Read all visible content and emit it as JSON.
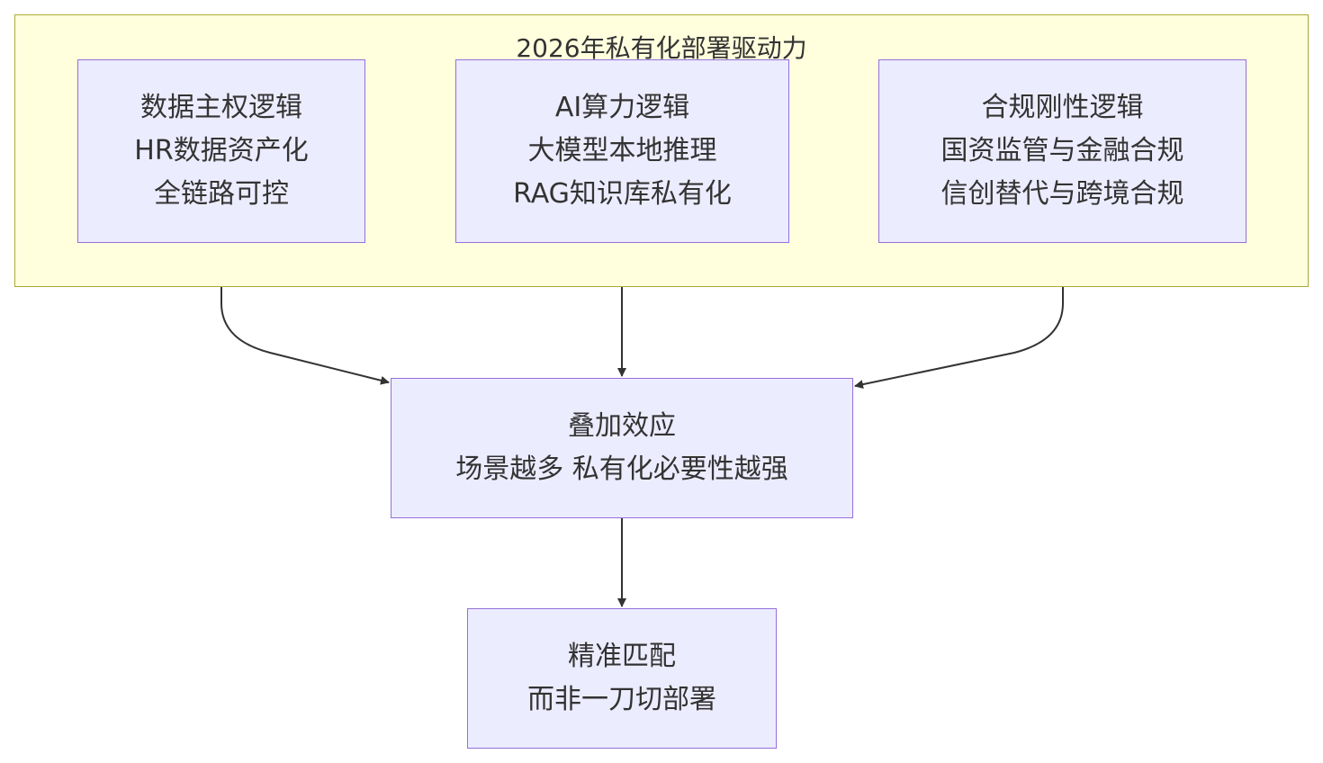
{
  "colors": {
    "cluster_fill": "#ffffde",
    "cluster_border": "#aaaa33",
    "node_fill": "#ececff",
    "node_border": "#9370db",
    "edge": "#333333",
    "text": "#333333"
  },
  "cluster": {
    "title": "2026年私有化部署驱动力"
  },
  "nodes": {
    "data_sovereignty": {
      "lines": [
        "数据主权逻辑",
        "HR数据资产化",
        "全链路可控"
      ]
    },
    "ai_compute": {
      "lines": [
        "AI算力逻辑",
        "大模型本地推理",
        "RAG知识库私有化"
      ]
    },
    "compliance": {
      "lines": [
        "合规刚性逻辑",
        "国资监管与金融合规",
        "信创替代与跨境合规"
      ]
    },
    "stacking_effect": {
      "lines": [
        "叠加效应",
        "场景越多 私有化必要性越强"
      ]
    },
    "precise_match": {
      "lines": [
        "精准匹配",
        "而非一刀切部署"
      ]
    }
  },
  "edges": [
    {
      "from": "data_sovereignty",
      "to": "stacking_effect"
    },
    {
      "from": "ai_compute",
      "to": "stacking_effect"
    },
    {
      "from": "compliance",
      "to": "stacking_effect"
    },
    {
      "from": "stacking_effect",
      "to": "precise_match"
    }
  ]
}
